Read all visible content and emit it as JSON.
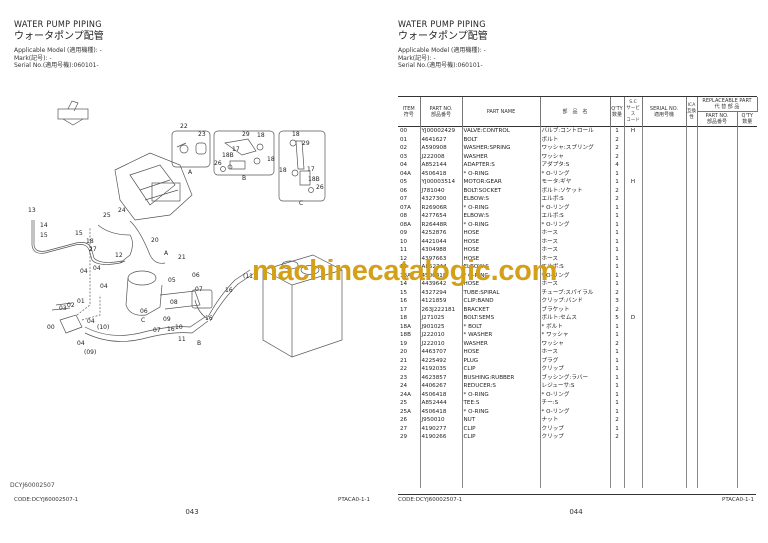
{
  "document": {
    "title_en": "WATER PUMP PIPING",
    "title_jp": "ウォータポンプ配管",
    "applicable_model": "Applicable Model (適用機種): -",
    "mark": "Mark(記号): -",
    "serial": "Serial No.(適用号機):060101-"
  },
  "left_page": {
    "diagram_code": "DCYJ60002507",
    "footer_code": "CODE:DCYJ60002507-1",
    "footer_ref": "PTACA0-1-1",
    "page_number": "043",
    "diagram_labels": [
      "22",
      "23",
      "A",
      "29",
      "18",
      "17",
      "18B",
      "26",
      "18",
      "B",
      "18",
      "29",
      "18",
      "17",
      "18B",
      "26",
      "C",
      "13",
      "14",
      "15",
      "15",
      "18",
      "27",
      "12",
      "25",
      "24",
      "20",
      "A",
      "21",
      "04",
      "04",
      "04",
      "05",
      "06",
      "07",
      "06",
      "08",
      "09",
      "07",
      "10",
      "11",
      "16",
      "(11)",
      "16",
      "01",
      "02",
      "03",
      "00",
      "04",
      "(10)",
      "C",
      "16",
      "B",
      "04",
      "(09)"
    ]
  },
  "right_page": {
    "footer_code": "CODE:DCYJ60002507-1",
    "footer_ref": "PTACA0-1-1",
    "page_number": "044",
    "table": {
      "headers": {
        "item": "ITEM\n符号",
        "part_no": "PART NO.\n部品番号",
        "part_name": "PART NAME",
        "jp_name": "部　品　名",
        "qty": "Q'TY\n数量",
        "sc": "S.C\nサービス\nコード",
        "serial_no": "SERIAL NO.\n適用号機",
        "ica": "ICA\n互換性",
        "replaceable": "REPLACEABLE PART\n代 替 部 品",
        "rep_part_no": "PART NO.\n部品番号",
        "rep_qty": "Q'TY\n数量"
      },
      "rows": [
        {
          "item": "00",
          "part_no": "YJ00002429",
          "name": "VALVE:CONTROL",
          "jp": "バルブ:コントロール",
          "qty": "1",
          "sc": "H"
        },
        {
          "item": "01",
          "part_no": "4641627",
          "name": "BOLT",
          "jp": "ボルト",
          "qty": "2",
          "sc": ""
        },
        {
          "item": "02",
          "part_no": "A590908",
          "name": "WASHER:SPRING",
          "jp": "ワッシャ:スプリング",
          "qty": "2",
          "sc": ""
        },
        {
          "item": "03",
          "part_no": "J222008",
          "name": "WASHER",
          "jp": "ワッシャ",
          "qty": "2",
          "sc": ""
        },
        {
          "item": "04",
          "part_no": "A852144",
          "name": "ADAPTER:S",
          "jp": "アダプタ:S",
          "qty": "4",
          "sc": ""
        },
        {
          "item": "04A",
          "part_no": "4506418",
          "name": "* O-RING",
          "jp": "* O-リング",
          "qty": "1",
          "sc": ""
        },
        {
          "item": "05",
          "part_no": "YJ00003514",
          "name": "MOTOR:GEAR",
          "jp": "モータ:ギヤ",
          "qty": "1",
          "sc": "H"
        },
        {
          "item": "06",
          "part_no": "J781040",
          "name": "BOLT:SOCKET",
          "jp": "ボルト:ソケット",
          "qty": "2",
          "sc": ""
        },
        {
          "item": "07",
          "part_no": "4327300",
          "name": "ELBOW:S",
          "jp": "エルボ:S",
          "qty": "2",
          "sc": ""
        },
        {
          "item": "07A",
          "part_no": "R26906R",
          "name": "* O-RING",
          "jp": "* O-リング",
          "qty": "1",
          "sc": ""
        },
        {
          "item": "08",
          "part_no": "4277654",
          "name": "ELBOW:S",
          "jp": "エルボ:S",
          "qty": "1",
          "sc": ""
        },
        {
          "item": "08A",
          "part_no": "R26448R",
          "name": "* O-RING",
          "jp": "* O-リング",
          "qty": "1",
          "sc": ""
        },
        {
          "item": "09",
          "part_no": "4252876",
          "name": "HOSE",
          "jp": "ホース",
          "qty": "1",
          "sc": ""
        },
        {
          "item": "10",
          "part_no": "4421044",
          "name": "HOSE",
          "jp": "ホース",
          "qty": "1",
          "sc": ""
        },
        {
          "item": "11",
          "part_no": "4304988",
          "name": "HOSE",
          "jp": "ホース",
          "qty": "1",
          "sc": ""
        },
        {
          "item": "12",
          "part_no": "4397663",
          "name": "HOSE",
          "jp": "ホース",
          "qty": "1",
          "sc": ""
        },
        {
          "item": "13",
          "part_no": "A852344",
          "name": "ELBOW:S",
          "jp": "エルボ:S",
          "qty": "1",
          "sc": ""
        },
        {
          "item": "13A",
          "part_no": "4506418",
          "name": "* O-RING",
          "jp": "* O-リング",
          "qty": "1",
          "sc": ""
        },
        {
          "item": "14",
          "part_no": "4439642",
          "name": "HOSE",
          "jp": "ホース",
          "qty": "1",
          "sc": ""
        },
        {
          "item": "15",
          "part_no": "4327294",
          "name": "TUBE:SPIRAL",
          "jp": "チューブ:スパイラル",
          "qty": "2",
          "sc": ""
        },
        {
          "item": "16",
          "part_no": "4121859",
          "name": "CLIP:BAND",
          "jp": "クリップ:バンド",
          "qty": "3",
          "sc": ""
        },
        {
          "item": "17",
          "part_no": "263J222181",
          "name": "BRACKET",
          "jp": "ブラケット",
          "qty": "2",
          "sc": ""
        },
        {
          "item": "18",
          "part_no": "J271025",
          "name": "BOLT:SEMS",
          "jp": "ボルト:セムス",
          "qty": "5",
          "sc": "D"
        },
        {
          "item": "18A",
          "part_no": "J901025",
          "name": "* BOLT",
          "jp": "* ボルト",
          "qty": "1",
          "sc": ""
        },
        {
          "item": "18B",
          "part_no": "J222010",
          "name": "* WASHER",
          "jp": "* ワッシャ",
          "qty": "1",
          "sc": ""
        },
        {
          "item": "19",
          "part_no": "J222010",
          "name": "WASHER",
          "jp": "ワッシャ",
          "qty": "2",
          "sc": ""
        },
        {
          "item": "20",
          "part_no": "4463707",
          "name": "HOSE",
          "jp": "ホース",
          "qty": "1",
          "sc": ""
        },
        {
          "item": "21",
          "part_no": "4225492",
          "name": "PLUG",
          "jp": "プラグ",
          "qty": "1",
          "sc": ""
        },
        {
          "item": "22",
          "part_no": "4192035",
          "name": "CLIP",
          "jp": "クリップ",
          "qty": "1",
          "sc": ""
        },
        {
          "item": "23",
          "part_no": "4623857",
          "name": "BUSHING:RUBBER",
          "jp": "ブッシング:ラバー",
          "qty": "1",
          "sc": ""
        },
        {
          "item": "24",
          "part_no": "4406267",
          "name": "REDUCER:S",
          "jp": "レジューサ:S",
          "qty": "1",
          "sc": ""
        },
        {
          "item": "24A",
          "part_no": "4506418",
          "name": "* O-RING",
          "jp": "* O-リング",
          "qty": "1",
          "sc": ""
        },
        {
          "item": "25",
          "part_no": "A852444",
          "name": "TEE:S",
          "jp": "チー:S",
          "qty": "1",
          "sc": ""
        },
        {
          "item": "25A",
          "part_no": "4506418",
          "name": "* O-RING",
          "jp": "* O-リング",
          "qty": "1",
          "sc": ""
        },
        {
          "item": "26",
          "part_no": "J950010",
          "name": "NUT",
          "jp": "ナット",
          "qty": "2",
          "sc": ""
        },
        {
          "item": "27",
          "part_no": "4190277",
          "name": "CLIP",
          "jp": "クリップ",
          "qty": "1",
          "sc": ""
        },
        {
          "item": "29",
          "part_no": "4190266",
          "name": "CLIP",
          "jp": "クリップ",
          "qty": "2",
          "sc": ""
        }
      ]
    }
  },
  "watermark": {
    "text": "machinecatalogic.com",
    "color": "#d4a017"
  }
}
